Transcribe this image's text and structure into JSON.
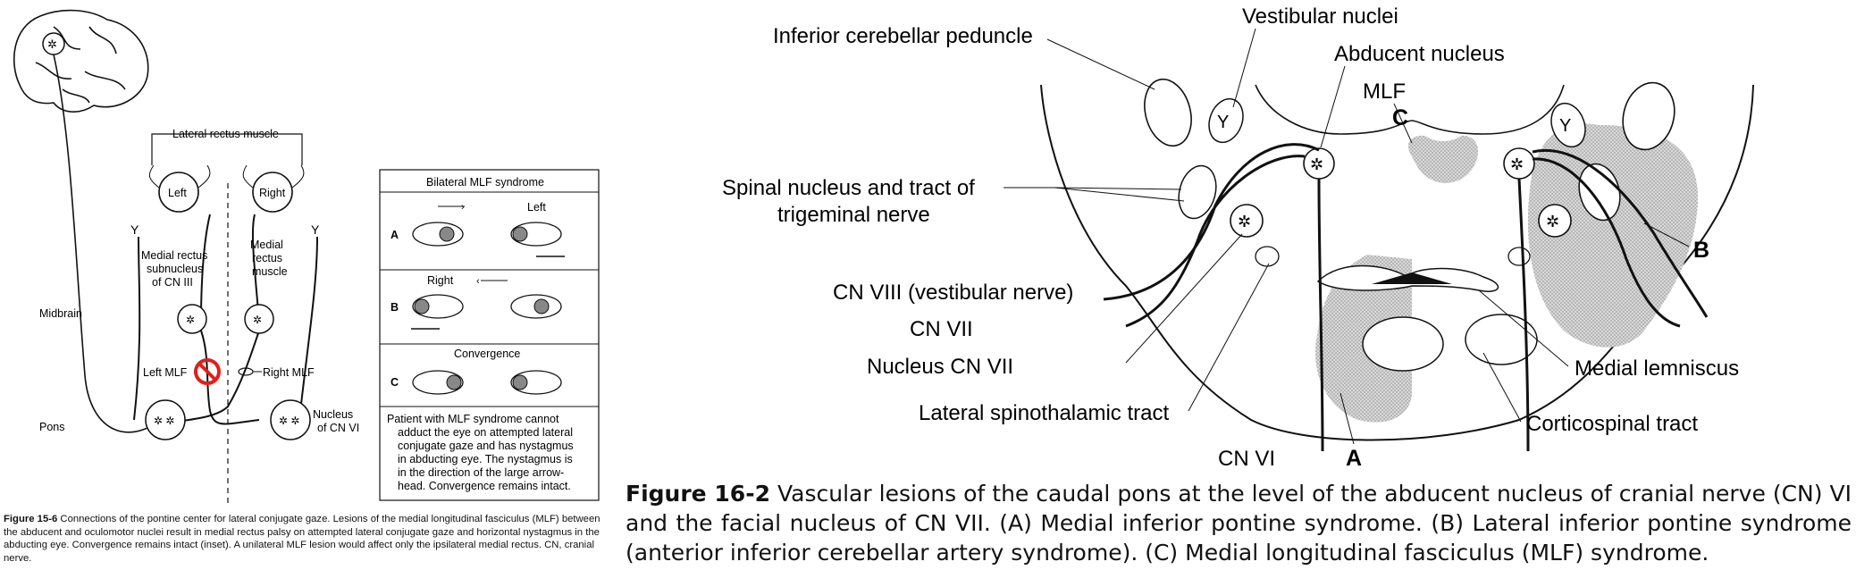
{
  "left_figure": {
    "labels": {
      "lateral_rectus": "Lateral rectus muscle",
      "left_eye": "Left",
      "right_eye": "Right",
      "medial_rectus_subnucleus_1": "Medial rectus",
      "medial_rectus_subnucleus_2": "subnucleus",
      "medial_rectus_subnucleus_3": "of CN III",
      "medial_rectus_muscle_1": "Medial",
      "medial_rectus_muscle_2": "rectus",
      "medial_rectus_muscle_3": "muscle",
      "midbrain": "Midbrain",
      "left_mlf": "Left MLF",
      "right_mlf": "Right MLF",
      "pons": "Pons",
      "nucleus_cn6_1": "Nucleus",
      "nucleus_cn6_2": "of CN VI"
    },
    "inset": {
      "title": "Bilateral MLF syndrome",
      "row_a_letter": "A",
      "row_a_label": "Left",
      "row_b_letter": "B",
      "row_b_label": "Right",
      "row_c_title": "Convergence",
      "row_c_letter": "C",
      "note_1": "Patient with MLF syndrome cannot",
      "note_2": "adduct the eye on attempted lateral",
      "note_3": "conjugate gaze and has nystagmus",
      "note_4": "in abducting eye. The nystagmus is",
      "note_5": "in the direction of the large arrow-",
      "note_6": "head. Convergence remains intact."
    },
    "caption": {
      "label": "Figure 15-6",
      "text": "Connections of the pontine center for lateral conjugate gaze. Lesions of the medial longitudinal fasciculus (MLF) between the abducent and oculomotor nuclei result in medial rectus palsy on attempted lateral conjugate gaze and horizontal nystagmus in the abducting eye. Convergence remains intact (inset). A unilateral MLF lesion would affect only the ipsilateral medial rectus. CN, cranial nerve."
    }
  },
  "right_figure": {
    "labels": {
      "inferior_cerebellar_peduncle": "Inferior cerebellar peduncle",
      "vestibular_nuclei": "Vestibular nuclei",
      "abducent_nucleus": "Abducent nucleus",
      "mlf": "MLF",
      "c": "C",
      "spinal_nucleus_1": "Spinal nucleus and tract of",
      "spinal_nucleus_2": "trigeminal nerve",
      "b": "B",
      "cn8": "CN VIII (vestibular nerve)",
      "cn7": "CN VII",
      "nucleus_cn7": "Nucleus CN VII",
      "medial_lemniscus": "Medial lemniscus",
      "lateral_spinothalamic": "Lateral spinothalamic tract",
      "corticospinal": "Corticospinal tract",
      "cn6": "CN VI",
      "a": "A"
    },
    "caption": {
      "label": "Figure 16-2",
      "text": "Vascular lesions of the caudal pons at the level of the abducent nucleus of cranial nerve (CN) VI and the facial nucleus of CN VII. (A) Medial inferior pontine syndrome. (B) Lateral inferior pontine syndrome (anterior inferior cerebellar artery syndrome). (C) Medial longitudinal fasciculus (MLF) syndrome."
    }
  },
  "colors": {
    "lesion_red": "#e0201c",
    "stipple_gray": "#cfcfcf",
    "line": "#111111"
  }
}
